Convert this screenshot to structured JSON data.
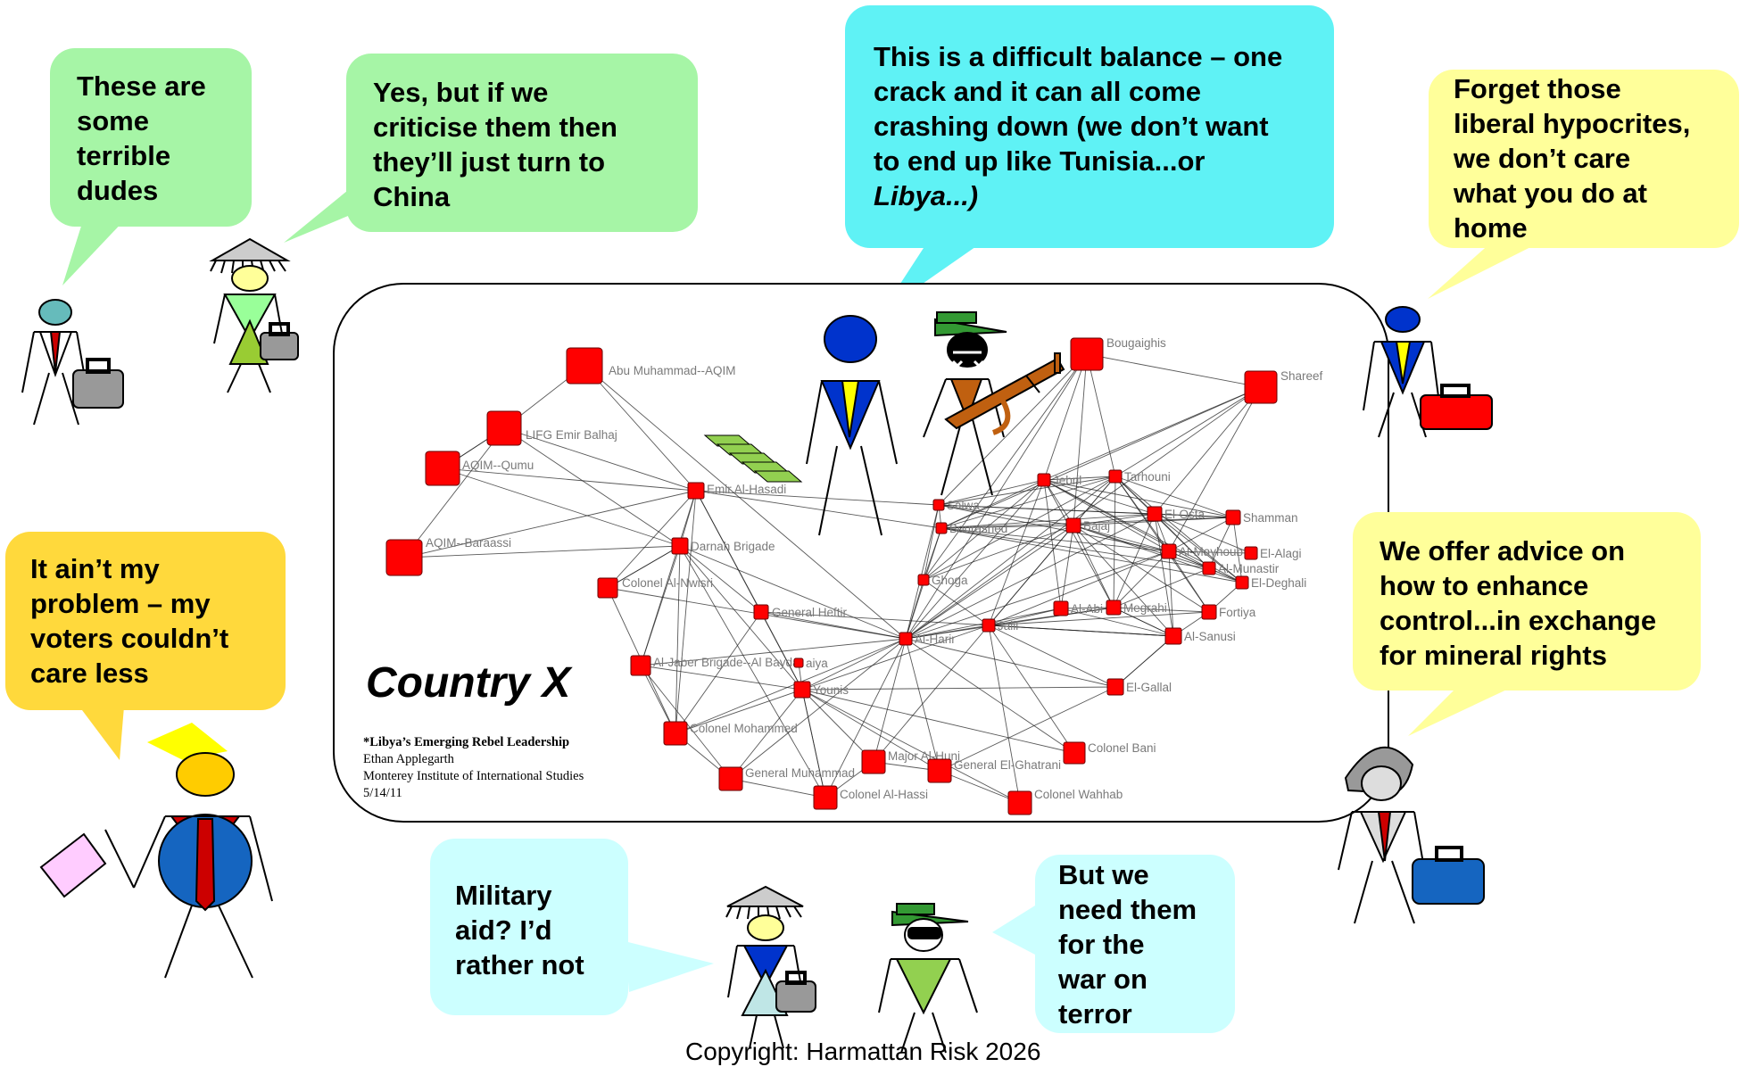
{
  "bubbles": [
    {
      "id": "b1",
      "lines": [
        "These are",
        "some",
        "terrible",
        "dudes"
      ],
      "color": "#a6f5a6"
    },
    {
      "id": "b2",
      "lines": [
        "Yes, but if we",
        "criticise them then",
        "they’ll just turn to",
        "China"
      ],
      "color": "#a6f5a6"
    },
    {
      "id": "b3",
      "lines": [
        "This is a difficult balance – one",
        "crack and it can all come",
        "crashing down (we don’t want",
        "to end up like Tunisia...or",
        "Libya...)"
      ],
      "color": "#5ff2f5"
    },
    {
      "id": "b4",
      "lines": [
        "Forget those",
        "liberal hypocrites,",
        "we don’t care",
        "what you do at",
        "home"
      ],
      "color": "#ffff9a"
    },
    {
      "id": "b5",
      "lines": [
        "It ain’t my",
        "problem – my",
        "voters couldn’t",
        "care less"
      ],
      "color": "#ffd93c"
    },
    {
      "id": "b6",
      "lines": [
        "We offer advice on",
        "how to enhance",
        "control...in exchange",
        "for mineral rights"
      ],
      "color": "#ffff9a"
    },
    {
      "id": "b7",
      "lines": [
        "Military",
        "aid? I’d",
        "rather not"
      ],
      "color": "#ccffff"
    },
    {
      "id": "b8",
      "lines": [
        "But we",
        "need them",
        "for the",
        "war on",
        "terror"
      ],
      "color": "#ccffff"
    }
  ],
  "panel": {
    "title": "Country X",
    "citation": {
      "title": "*Libya’s Emerging Rebel Leadership",
      "author": "Ethan Applegarth",
      "institution": "Monterey Institute of International Studies",
      "date": "5/14/11"
    }
  },
  "network": {
    "node_color": "#ff0000",
    "nodes": [
      "Abu Muhammad--AQIM",
      "LIFG Emir Balhaj",
      "AQIM--Qumu",
      "AQIM--Baraassi",
      "Emir Al-Hasadi",
      "Darnah Brigade",
      "Colonel Al-Nwisri",
      "General Heftir",
      "Al-Jaber Brigade--Al Bayda",
      "Younis",
      "Colonel Mohammed",
      "General Muhammad",
      "Colonel Al-Hassi",
      "Major Al-Huni",
      "General El-Ghatrani",
      "Colonel Wahhab",
      "Colonel Bani",
      "El-Gallal",
      "Al-Sanusi",
      "Al-Harir",
      "Jalil",
      "Ghoga",
      "Bourashed",
      "Salwa",
      "Jebril",
      "Tarhouni",
      "Bougaighis",
      "Shareef",
      "El-Osta",
      "Shamman",
      "Bajaj",
      "Al-Mayhoub",
      "El-Alagi",
      "Al-Munastir",
      "El-Deghali",
      "Fortiya",
      "Megrahi",
      "Al-Abi",
      "aiya"
    ]
  },
  "copyright": "Copyright: Harmattan Risk 2026"
}
